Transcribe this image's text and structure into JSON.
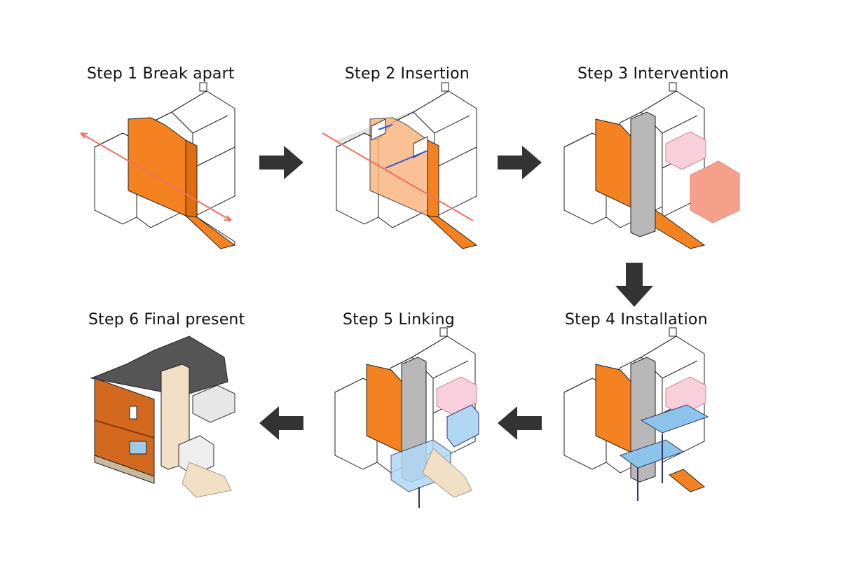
{
  "steps": [
    {
      "label": "Step 1 Break apart"
    },
    {
      "label": "Step 2 Insertion"
    },
    {
      "label": "Step 3 Intervention"
    },
    {
      "label": "Step 4 Installation"
    },
    {
      "label": "Step 5 Linking"
    },
    {
      "label": "Step 6 Final present"
    }
  ],
  "colors": {
    "orange": "#f58220",
    "dark_orange": "#c85a10",
    "grey_chimney": "#b8b8b8",
    "pink": "#f8d0dc",
    "salmon": "#f4a08a",
    "blue": "#8cc4ec",
    "arrow": "#333333",
    "red_line": "#f07060",
    "brick": "#d2691e",
    "roof": "#555555",
    "cream": "#f1dfc6"
  },
  "icons": [
    "arrow-right-icon",
    "arrow-down-icon",
    "arrow-left-icon"
  ]
}
